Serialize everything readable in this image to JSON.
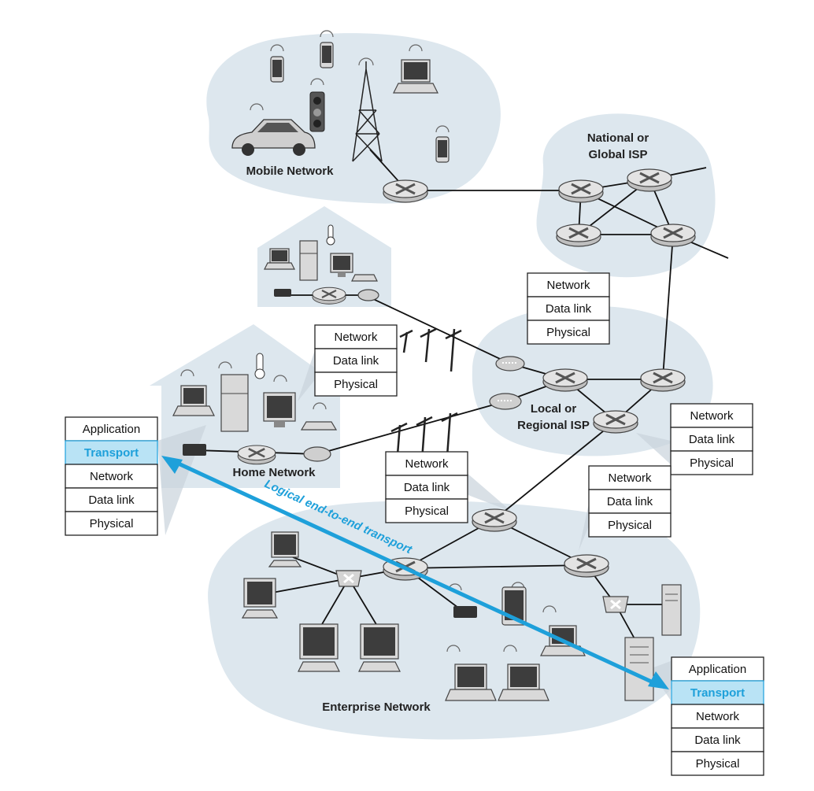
{
  "regions": {
    "mobile": "Mobile Network",
    "isp_global": [
      "National or",
      "Global ISP"
    ],
    "isp_local": [
      "Local or",
      "Regional ISP"
    ],
    "home": "Home Network",
    "enterprise": "Enterprise Network"
  },
  "stacks": {
    "host_left": [
      "Application",
      "Transport",
      "Network",
      "Data link",
      "Physical"
    ],
    "host_right": [
      "Application",
      "Transport",
      "Network",
      "Data link",
      "Physical"
    ],
    "router_isp_top": [
      "Network",
      "Data link",
      "Physical"
    ],
    "router_home": [
      "Network",
      "Data link",
      "Physical"
    ],
    "router_middle": [
      "Network",
      "Data link",
      "Physical"
    ],
    "router_isp_right": [
      "Network",
      "Data link",
      "Physical"
    ],
    "router_enterprise": [
      "Network",
      "Data link",
      "Physical"
    ]
  },
  "highlight_layer": "Transport",
  "transport_label": "Logical end-to-end transport",
  "colors": {
    "region_fill": "#dde7ee",
    "transport_arrow": "#1ea0da",
    "transport_cell": "#b9e3f5"
  }
}
